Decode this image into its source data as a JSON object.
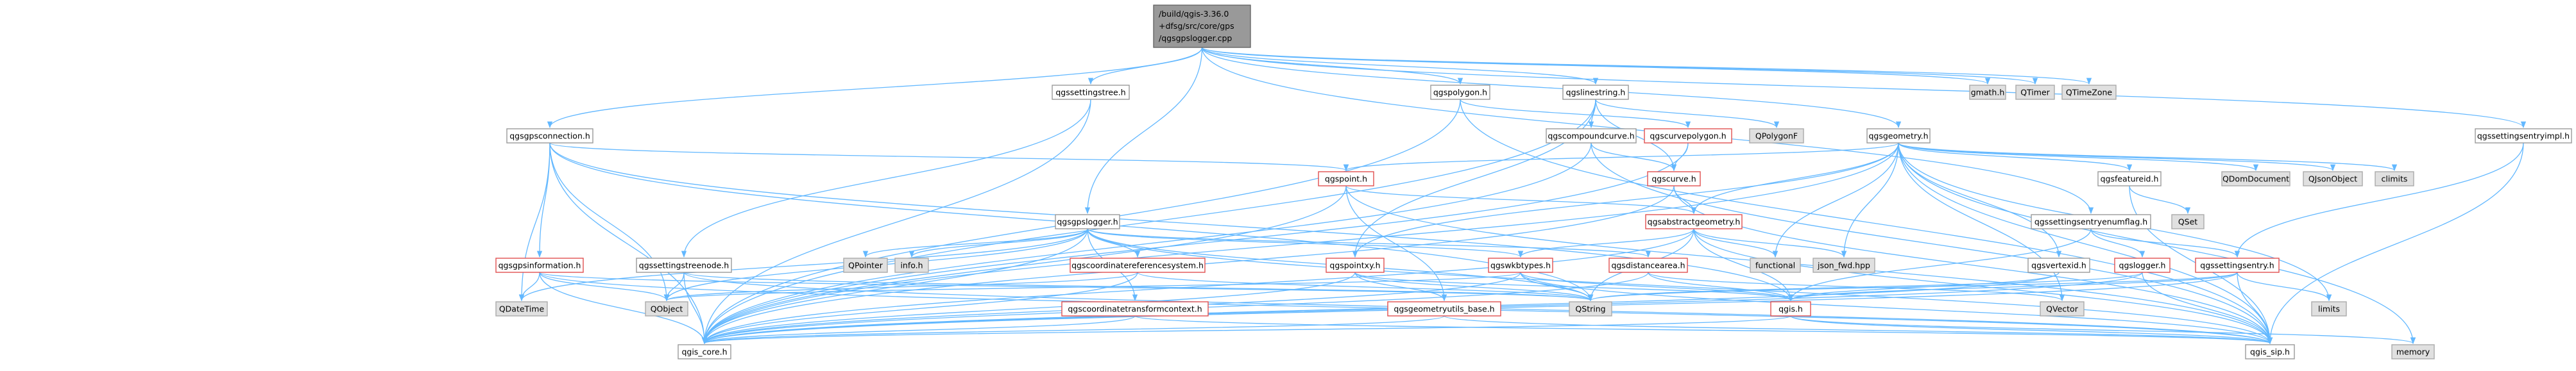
{
  "graph": {
    "root": {
      "lines": [
        "/build/qgis-3.36.0",
        "+dfsg/src/core/gps",
        "/qgsgpslogger.cpp"
      ]
    },
    "nodes": {
      "qgssettingstree": "qgssettingstree.h",
      "qgspolygon": "qgspolygon.h",
      "qgslinestring": "qgslinestring.h",
      "qgsgeometry": "qgsgeometry.h",
      "gmath": "gmath.h",
      "QTimer": "QTimer",
      "QTimeZone": "QTimeZone",
      "qgsgpsconnection": "qgsgpsconnection.h",
      "qgscurvepolygon": "qgscurvepolygon.h",
      "QPolygonF": "QPolygonF",
      "qgscompoundcurve": "qgscompoundcurve.h",
      "qgssettingsentryimpl": "qgssettingsentryimpl.h",
      "qgspoint": "qgspoint.h",
      "qgscurve": "qgscurve.h",
      "qgsfeatureid": "qgsfeatureid.h",
      "QDomDocument": "QDomDocument",
      "QJsonObject": "QJsonObject",
      "climits": "climits",
      "QSet": "QSet",
      "qgsgpslogger": "qgsgpslogger.h",
      "qgsabstractgeometry": "qgsabstractgeometry.h",
      "qgssettingsentryenumflag": "qgssettingsentryenumflag.h",
      "qgsgpsinformation": "qgsgpsinformation.h",
      "qgssettingstreenode": "qgssettingstreenode.h",
      "QPointer": "QPointer",
      "infoh": "info.h",
      "qgscoordinatereferencesystem": "qgscoordinatereferencesystem.h",
      "qgspointxy": "qgspointxy.h",
      "qgswkbtypes": "qgswkbtypes.h",
      "qgsdistancearea": "qgsdistancearea.h",
      "functional": "functional",
      "json_fwd": "json_fwd.hpp",
      "qgsvertexid": "qgsvertexid.h",
      "qgslogger": "qgslogger.h",
      "qgssettingsentry": "qgssettingsentry.h",
      "QDateTime": "QDateTime",
      "QObject": "QObject",
      "qgscoordinatetransformcontext": "qgscoordinatetransformcontext.h",
      "qgsgeometryutils_base": "qgsgeometryutils_base.h",
      "QString": "QString",
      "qgis": "qgis.h",
      "QVector": "QVector",
      "limits": "limits",
      "qgis_core": "qgis_core.h",
      "qgis_sip": "qgis_sip.h",
      "memory": "memory"
    }
  }
}
